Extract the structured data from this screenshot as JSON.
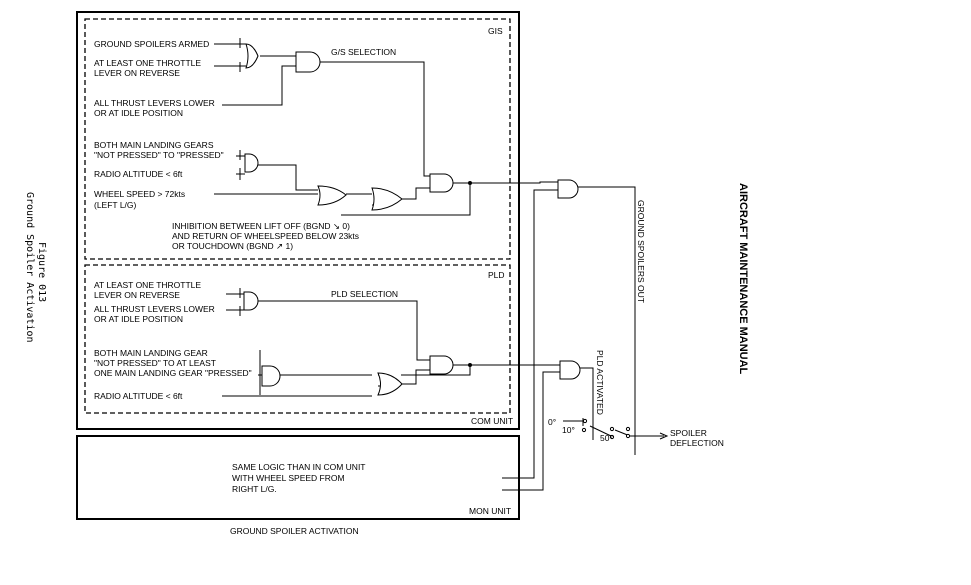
{
  "side_caption": {
    "line1": "Ground Spoiler Activation",
    "line2": "Figure 013"
  },
  "manual_title": "AIRCRAFT MAINTENANCE MANUAL",
  "com_unit": {
    "label": "COM UNIT",
    "gis": {
      "label": "GIS",
      "inputs": {
        "ground_spoilers_armed": "GROUND SPOILERS ARMED",
        "throttle_reverse_1": "AT LEAST ONE THROTTLE",
        "throttle_reverse_2": "LEVER ON REVERSE",
        "thrust_idle_1": "ALL THRUST LEVERS LOWER",
        "thrust_idle_2": "OR AT IDLE POSITION",
        "main_gears_1": "BOTH MAIN LANDING GEARS",
        "main_gears_2": "\"NOT PRESSED\" TO \"PRESSED\"",
        "radio_altitude": "RADIO ALTITUDE ˂ 6ft",
        "wheel_speed_1": "WHEEL SPEED ˃ 72kts",
        "wheel_speed_2": "(LEFT L/G)"
      },
      "gs_selection": "G/S SELECTION",
      "inhibition_1": "INHIBITION BETWEEN LIFT OFF (BGND ↘ 0)",
      "inhibition_2": "AND RETURN OF WHEELSPEED BELOW 23kts",
      "inhibition_3": "OR TOUCHDOWN (BGND ↗ 1)"
    },
    "pld": {
      "label": "PLD",
      "inputs": {
        "throttle_reverse_1": "AT LEAST ONE THROTTLE",
        "throttle_reverse_2": "LEVER ON REVERSE",
        "thrust_idle_1": "ALL THRUST LEVERS LOWER",
        "thrust_idle_2": "OR AT IDLE POSITION",
        "main_gear_1": "BOTH MAIN LANDING GEAR",
        "main_gear_2": "\"NOT PRESSED\" TO AT LEAST",
        "main_gear_3": "ONE MAIN LANDING GEAR \"PRESSED\"",
        "radio_altitude": "RADIO ALTITUDE ˂ 6ft"
      },
      "pld_selection": "PLD SELECTION"
    }
  },
  "mon_unit": {
    "label": "MON UNIT",
    "note_1": "SAME LOGIC THAN IN COM UNIT",
    "note_2": "WITH WHEEL SPEED FROM",
    "note_3": "RIGHT L/G."
  },
  "outputs": {
    "ground_spoilers_out": "GROUND SPOILERS OUT",
    "pld_activated": "PLD ACTIVATED",
    "deflection_0": "0°",
    "deflection_10": "10°",
    "deflection_50": "50°",
    "spoiler_deflection_1": "SPOILER",
    "spoiler_deflection_2": "DEFLECTION"
  },
  "bottom_caption": "GROUND SPOILER ACTIVATION"
}
